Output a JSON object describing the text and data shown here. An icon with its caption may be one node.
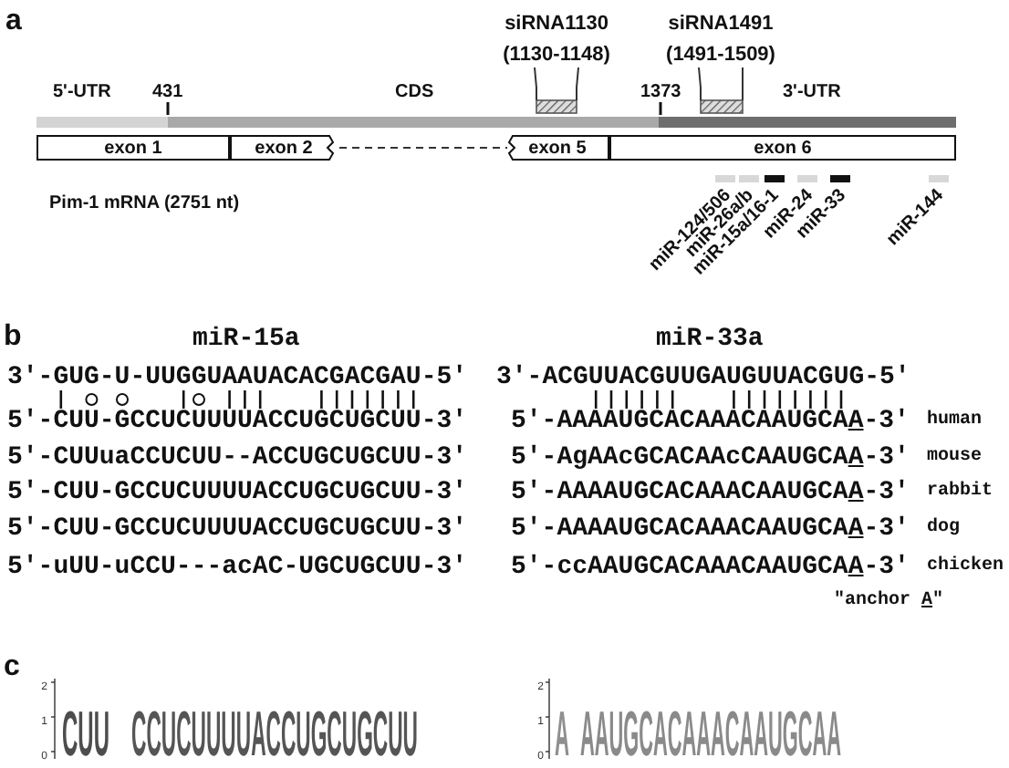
{
  "diagram": {
    "nodes": [
      {
        "text": [
          "siRNA1130",
          "(1130-1148)"
        ]
      },
      {
        "text": [],
        "shape": "box"
      },
      {
        "text": [
          "siRNA1491",
          "(1491-1509)"
        ]
      },
      {
        "text": [],
        "shape": "box"
      },
      {
        "text": [
          "exon 1"
        ]
      },
      {
        "text": [
          "exon 2"
        ]
      },
      {
        "text": [
          "exon 5"
        ]
      },
      {
        "text": [
          "exon 6"
        ]
      }
    ],
    "edges": [
      {
        "from": 0,
        "to": 1,
        "arrow": "none"
      },
      {
        "from": 2,
        "to": 3,
        "arrow": "none"
      },
      {
        "from": 5,
        "to": 6,
        "arrow": "none",
        "style": "dashed"
      }
    ],
    "labels": [
      "a",
      "5'-UTR",
      "431",
      "CDS",
      "1373",
      "3'-UTR",
      "miR-124/506",
      "miR-26a/b",
      "miR-15a/16-1",
      "miR-24",
      "miR-33",
      "miR-144",
      "Pim-1 mRNA (2751 nt)",
      "b",
      "miR-15a",
      "miR-33a",
      "3'-GUG-U-UUGGUAAUACACGACGAU-5'",
      "3'-ACGUUACGUUGAUGUUACGUG-5'",
      "5'-CUU-GCCUCUUUUACCUGCUGCUU-3'",
      "5'-AAAAUGCACAAACAAUGCAA-3'",
      "human",
      "5'-CUUuaCCUCUU--ACCUGCUGCUU-3'",
      "5'-AgAAcGCACAAcCAAUGCAA-3'",
      "mouse",
      "5'-CUU-GCCUCUUUUACCUGCUGCUU-3'",
      "5'-AAAAUGCACAAACAAUGCAA-3'",
      "rabbit",
      "5'-CUU-GCCUCUUUUACCUGCUGCUU-3'",
      "5'-AAAAUGCACAAACAAUGCAA-3'",
      "dog",
      "5'-uUU-uCCU---acAC-UGCUGCUU-3'",
      "5'-ccAAUGCACAAACAAUGCAA-3'",
      "chicken",
      "\"anchor A\"",
      "c",
      "2",
      "1",
      "0",
      "CUU",
      "CCUCUUUUACCUGCUGCUU",
      "2",
      "1",
      "0",
      "A",
      "AAUGCACAAACAAUGCAA"
    ]
  }
}
